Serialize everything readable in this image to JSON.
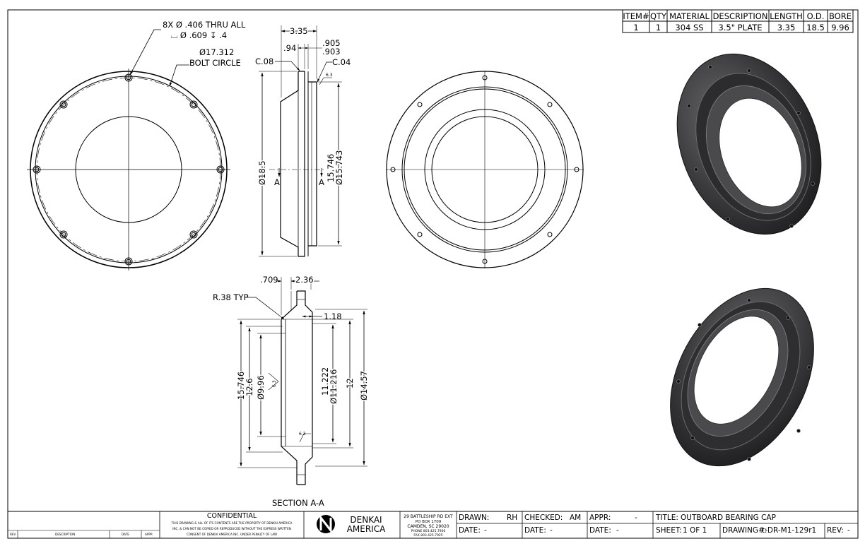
{
  "bom": {
    "headers": [
      "ITEM#",
      "QTY",
      "MATERIAL",
      "DESCRIPTION",
      "LENGTH",
      "O.D.",
      "BORE"
    ],
    "row": [
      "1",
      "1",
      "304 SS",
      "3.5\" PLATE",
      "3.35",
      "18.5",
      "9.96"
    ]
  },
  "front_view": {
    "hole_note_1": "8X Ø .406 THRU ALL",
    "hole_note_2": "⌴ Ø .609 ↧ .4",
    "bolt_circle_1": "Ø17.312",
    "bolt_circle_2": "BOLT CIRCLE"
  },
  "side_view": {
    "dim_length": "3.35",
    "dim_094": ".94",
    "dim_905": ".905",
    "dim_903": ".903",
    "chamfer_08": "C.08",
    "chamfer_04": "C.04",
    "finish": "6.3",
    "dia_od": "Ø18.5",
    "dia_pilot_1": "15.746",
    "dia_pilot_2": "Ø15.743",
    "section_arrow": "A"
  },
  "section_view": {
    "dim_709": ".709",
    "dim_236": "2.36",
    "dim_118": "1.18",
    "radius": "R.38 TYP",
    "d15746": "15.746",
    "d126": "12.6",
    "d996": "Ø9.96",
    "finish": "6.3",
    "d11222": "11.222",
    "d11216": "Ø11.216",
    "d12": "12",
    "d1457": "Ø14.57",
    "label": "SECTION A-A"
  },
  "title_block": {
    "confidential": "CONFIDENTIAL",
    "legal_1": "THIS DRAWING & ALL OF ITS CONTENTS ARE THE PROPERTY OF DENKAI AMERICA",
    "legal_2": "INC. & CAN NOT BE COPIED OR REPRODUCED WITHOUT THE EXPRESS WRITTEN",
    "legal_3": "CONSENT OF DENKAI AMERICA INC. UNDER PENALTY OF LAW",
    "company_1": "DENKAI",
    "company_2": "AMERICA",
    "addr_1": "29 BATTLESHIP RD EXT",
    "addr_2": "PO BOX 1709",
    "addr_3": "CAMDEN, SC 29020",
    "addr_4": "PHONE 803.425.7900",
    "addr_5": "FAX 803.425.7925",
    "drawn_label": "DRAWN:",
    "drawn_value": "RH",
    "checked_label": "CHECKED:",
    "checked_value": "AM",
    "appr_label": "APPR:",
    "appr_value": "-",
    "date_label": "DATE:",
    "date_value": "-",
    "title_label": "TITLE:",
    "title_value": "OUTBOARD BEARING CAP",
    "sheet_label": "SHEET:",
    "sheet_value": "1 OF 1",
    "drawing_label": "DRAWING#:",
    "drawing_value": "t-DR-M1-129r1",
    "rev_label": "REV:",
    "rev_value": "-",
    "rev_col": "REV",
    "desc_col": "DESCRIPTION",
    "date_col": "DATE",
    "appr_col": "APPR"
  }
}
